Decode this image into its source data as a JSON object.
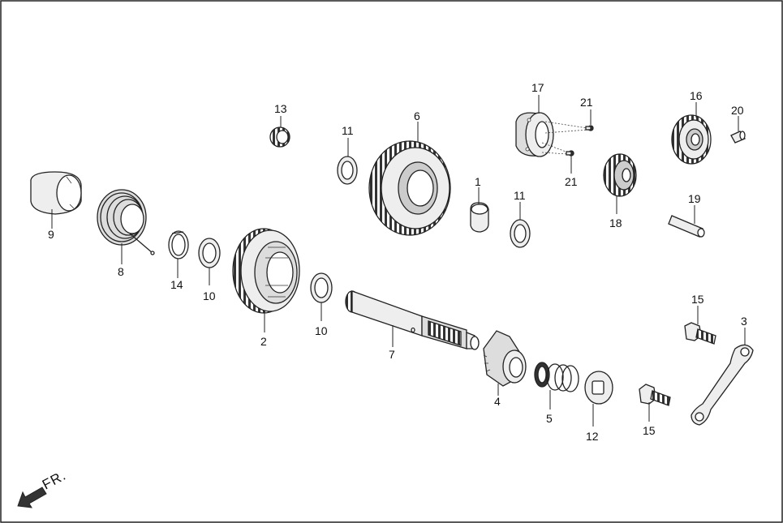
{
  "colors": {
    "ink": "#222222",
    "fill_light": "#eeeeee",
    "fill_mid": "#cccccc",
    "fill_dark": "#333333",
    "background": "#ffffff"
  },
  "direction_label": "FR.",
  "callouts": {
    "p1": "1",
    "p2": "2",
    "p3": "3",
    "p4": "4",
    "p5": "5",
    "p6": "6",
    "p7": "7",
    "p8": "8",
    "p9": "9",
    "p10a": "10",
    "p10b": "10",
    "p11a": "11",
    "p11b": "11",
    "p12": "12",
    "p13": "13",
    "p14": "14",
    "p15a": "15",
    "p15b": "15",
    "p16": "16",
    "p17": "17",
    "p18": "18",
    "p19": "19",
    "p20": "20",
    "p21a": "21",
    "p21b": "21"
  }
}
